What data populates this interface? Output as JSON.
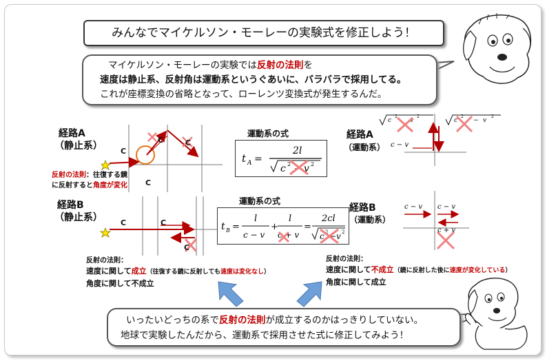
{
  "title": "みんなでマイケルソン・モーレーの実験式を修正しよう！",
  "intro": {
    "line1_pre": "マイケルソン・モーレーの実験では",
    "line1_em": "反射の法則",
    "line1_post": "を",
    "line2": "速度は静止系、反射角は運動系というぐあいに、バラバラで採用してる。",
    "line3": "これが座標変換の省略となって、ローレンツ変換式が発生するんだ。"
  },
  "path_a_rest": {
    "label": "経路A",
    "sub": "（静止系）",
    "c_labels": [
      "C",
      "C",
      "C",
      "C"
    ],
    "note_em": "反射の法則",
    "note1": "：往復する鏡",
    "note2_pre": "に反射すると",
    "note2_em": "角度が変化"
  },
  "path_a_moving": {
    "label": "経路A",
    "sub": "（運動系）",
    "formula_labels": [
      "c − v"
    ]
  },
  "equation_a": {
    "heading": "運動系の式",
    "lhs": "t",
    "lhs_sub": "A",
    "numerator": "2l",
    "den_c": "c",
    "den_v": "v",
    "exp": "2"
  },
  "path_b_rest": {
    "label": "経路B",
    "sub": "（静止系）",
    "c_labels": [
      "C",
      "C",
      "C"
    ]
  },
  "equation_b": {
    "heading": "運動系の式",
    "lhs": "t",
    "lhs_sub": "B",
    "frac1_num": "l",
    "frac1_den": "c − v",
    "frac2_num": "l",
    "frac2_den": "c + v",
    "frac3_num": "2cl",
    "den_c": "c",
    "den_v": "v",
    "exp": "2"
  },
  "path_b_moving": {
    "label": "経路B",
    "sub": "（運動系）",
    "formula_labels": [
      "c − v",
      "c − v",
      "c + v"
    ]
  },
  "rest_law": {
    "heading": "反射の法則：",
    "row1_pre": "速度に関して",
    "row1_em": "成立",
    "row1_paren_pre": "（往復する鏡に反射しても",
    "row1_paren_em": "速度は変化なし",
    "row1_paren_post": "）",
    "row2": "角度に関して不成立"
  },
  "moving_law": {
    "heading": "反射の法則：",
    "row1_pre": "速度に関して",
    "row1_em": "不成立",
    "row1_paren_pre": "（鏡に反射した後に",
    "row1_paren_em": "速度が変化している",
    "row1_paren_post": "）",
    "row2": "角度に関して成立"
  },
  "bottom": {
    "line1_pre": "いったいどっちの系で",
    "line1_em": "反射の法則",
    "line1_post": "が成立するのかはっきりしていない。",
    "line2": "地球で実験したんだから、運動系で採用させた式に修正してみよう！"
  },
  "colors": {
    "ray": "#b30000",
    "cross": "#f08080",
    "circle": "#e57316",
    "arrow_blue": "#6f9fd8",
    "star": "#ffe600"
  }
}
